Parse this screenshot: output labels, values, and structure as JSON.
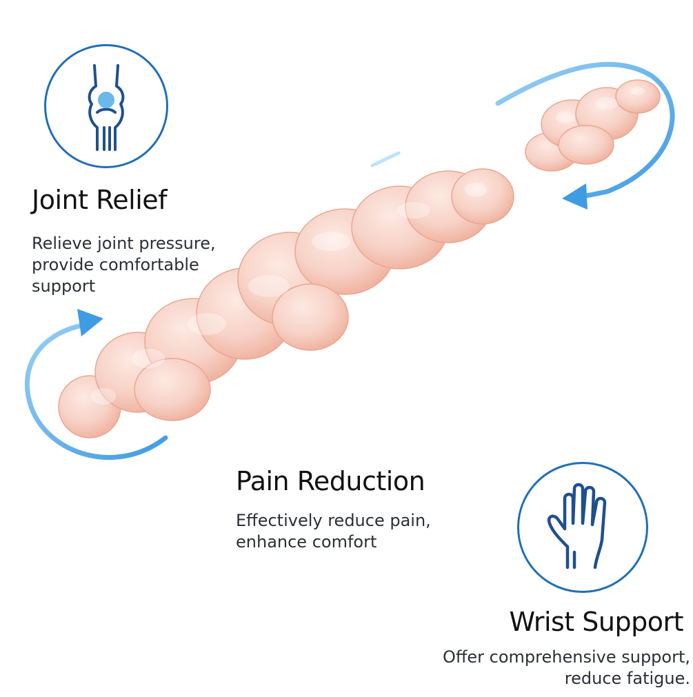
{
  "colors": {
    "accent_blue": "#1f6fb5",
    "arrow_blue": "#4aa3e6",
    "gel_pink": "#f5c9bc",
    "background": "#ffffff"
  },
  "features": [
    {
      "title": "Joint Relief",
      "desc_lines": [
        "Relieve joint pressure,",
        "provide comfortable",
        "support"
      ],
      "icon": "knee-joint-icon"
    },
    {
      "title": "Pain Reduction",
      "desc_lines": [
        "Effectively reduce pain,",
        "enhance comfort"
      ],
      "icon": ""
    },
    {
      "title": "Wrist Support",
      "desc_lines": [
        "Offer comprehensive support,",
        "reduce fatigue."
      ],
      "icon": "hand-icon"
    }
  ]
}
